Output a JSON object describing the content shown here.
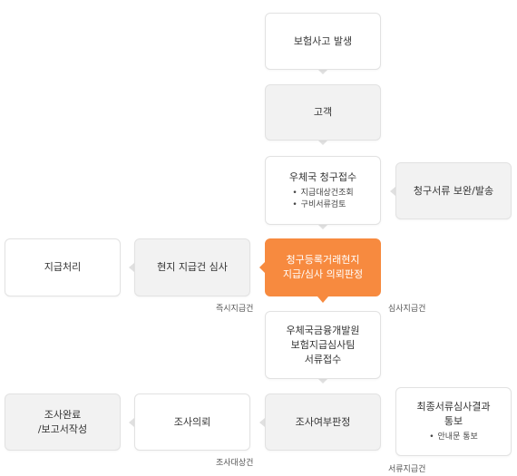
{
  "nodes": {
    "accident": "보험사고 발생",
    "customer": "고객",
    "postoffice": {
      "title": "우체국 청구접수",
      "items": [
        "지급대상건조회",
        "구비서류검토"
      ]
    },
    "supplement": "청구서류 보완/발송",
    "decision": {
      "line1": "청구등록거래현지",
      "line2": "지급/심사 의뢰판정"
    },
    "onsite_review": "현지 지급건 심사",
    "payment": "지급처리",
    "center": {
      "line1": "우체국금융개발원",
      "line2": "보험지급심사팀",
      "line3": "서류접수"
    },
    "investigation_decision": "조사여부판정",
    "investigation_request": "조사의뢰",
    "investigation_done": {
      "line1": "조사완료",
      "line2": "/보고서작성"
    },
    "final_notice": {
      "line1": "최종서류심사결과",
      "line2": "통보",
      "items": [
        "안내문 통보"
      ]
    }
  },
  "labels": {
    "immediate": "즉시지급건",
    "review": "심사지급건",
    "investigation_target": "조사대상건",
    "document_payment": "서류지급건"
  },
  "colors": {
    "highlight": "#f78a3f",
    "gray_box": "#f2f2f2",
    "arrow": "#d6d6d6"
  }
}
